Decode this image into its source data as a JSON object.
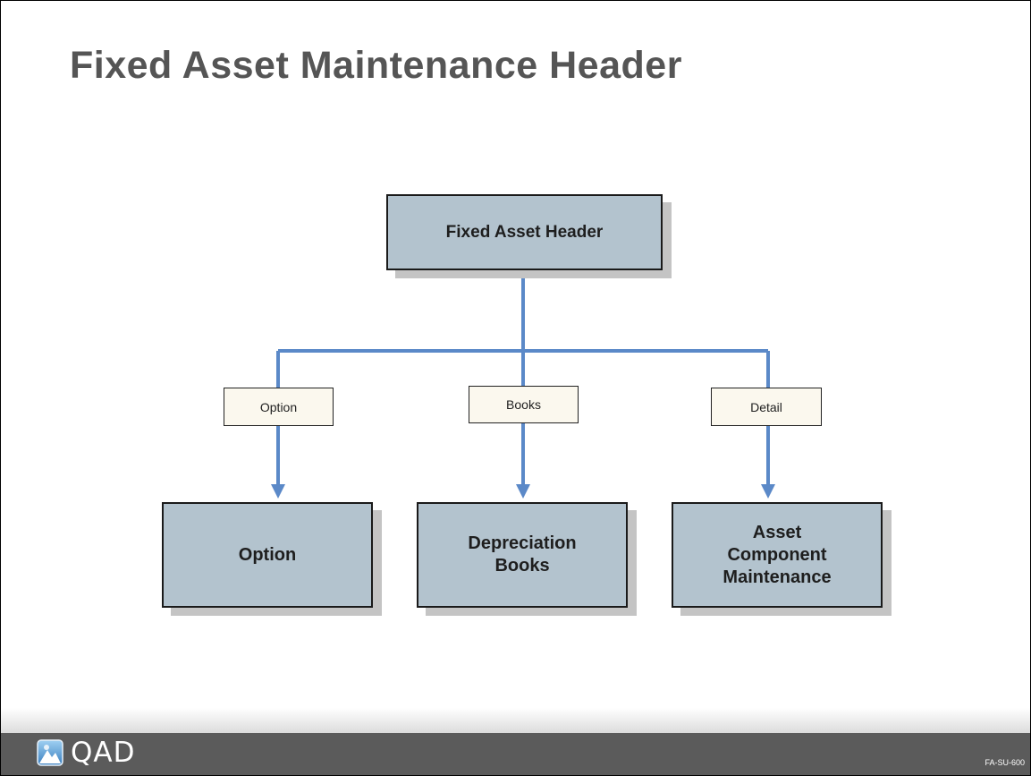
{
  "slide": {
    "title": "Fixed Asset Maintenance Header",
    "code": "FA-SU-600"
  },
  "diagram": {
    "root": {
      "label": "Fixed Asset Header"
    },
    "branches": [
      {
        "connector_label": "Option",
        "node_lines": [
          "Option"
        ]
      },
      {
        "connector_label": "Books",
        "node_lines": [
          "Depreciation",
          "Books"
        ]
      },
      {
        "connector_label": "Detail",
        "node_lines": [
          "Asset",
          "Component",
          "Maintenance"
        ]
      }
    ]
  },
  "footer": {
    "logo_text": "QAD",
    "logo_icon": "qad-logo-icon"
  },
  "colors": {
    "box_fill": "#b3c3ce",
    "connector": "#5b89c8",
    "label_fill": "#fbf8ee",
    "footer_bar": "#5b5b5b",
    "title_text": "#555555"
  }
}
